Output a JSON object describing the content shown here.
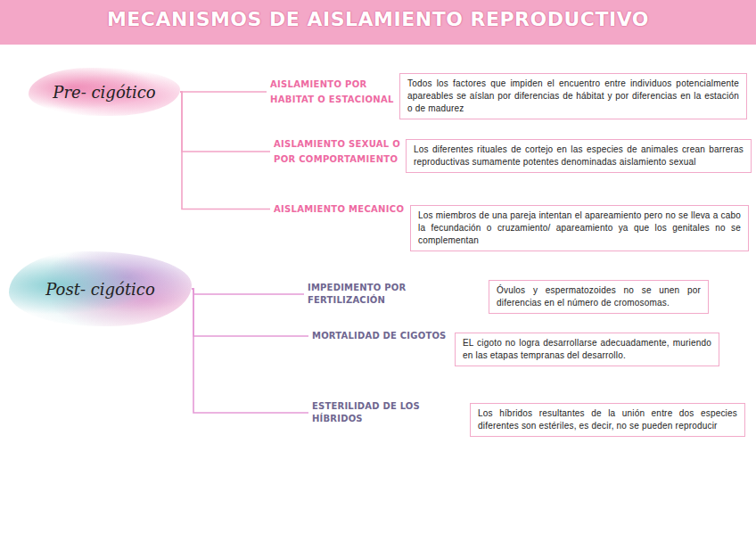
{
  "diagram": {
    "title": "MECANISMOS DE AISLAMIENTO REPRODUCTIVO",
    "nodes": [
      {
        "text": [
          "Pre- cigótico"
        ]
      },
      {
        "text": [
          "AISLAMIENTO POR HABITAT O ESTACIONAL"
        ]
      },
      {
        "text": [
          "Todos los factores que impiden el encuentro entre individuos potencialmente apareables se aíslan por diferencias de hábitat y por diferencias en la estación o de madurez"
        ]
      },
      {
        "text": [
          "AISLAMIENTO SEXUAL O POR COMPORTAMIENTO"
        ]
      },
      {
        "text": [
          "Los diferentes rituales de cortejo en las especies de animales crean barreras reproductivas sumamente potentes denominadas aislamiento sexual"
        ]
      },
      {
        "text": [
          "AISLAMIENTO MECANICO"
        ]
      },
      {
        "text": [
          "Los miembros de una pareja intentan el apareamiento pero no se lleva a cabo la fecundación o cruzamiento/ apareamiento ya que los genitales no se complementan"
        ]
      },
      {
        "text": [
          "Post- cigótico"
        ]
      },
      {
        "text": [
          "IMPEDIMENTO POR FERTILIZACIÓN"
        ]
      },
      {
        "text": [
          "Óvulos y espermatozoides no se unen por diferencias en el número de cromosomas."
        ]
      },
      {
        "text": [
          "MORTALIDAD DE CIGOTOS"
        ]
      },
      {
        "text": [
          "EL cigoto no logra desarrollarse adecuadamente, muriendo en las etapas tempranas del desarrollo."
        ]
      },
      {
        "text": [
          "ESTERILIDAD DE LOS HÍBRIDOS"
        ]
      },
      {
        "text": [
          "Los híbridos resultantes de la unión entre dos especies diferentes son estériles, es decir, no se pueden reproducir"
        ]
      }
    ],
    "edges": [
      {
        "from": 0,
        "to": 1,
        "arrow": "none"
      },
      {
        "from": 0,
        "to": 3,
        "arrow": "none"
      },
      {
        "from": 0,
        "to": 5,
        "arrow": "none"
      },
      {
        "from": 7,
        "to": 8,
        "arrow": "none"
      },
      {
        "from": 7,
        "to": 10,
        "arrow": "none"
      },
      {
        "from": 7,
        "to": 12,
        "arrow": "none"
      }
    ]
  }
}
